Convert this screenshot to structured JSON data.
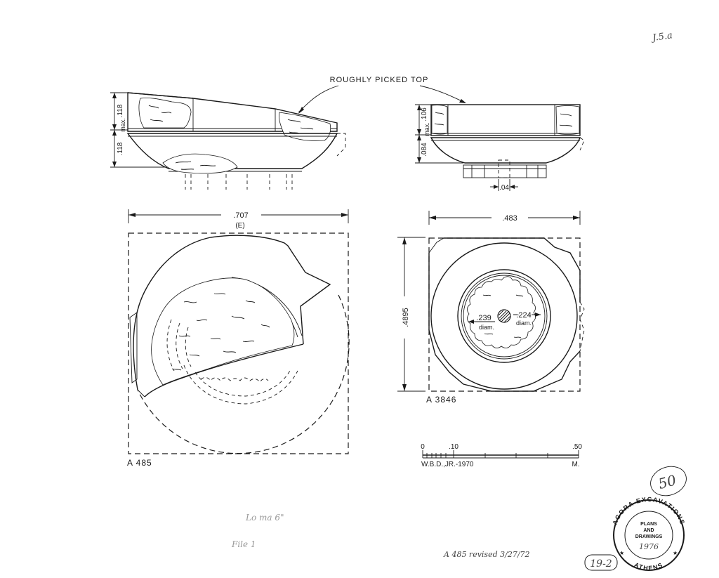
{
  "labels": {
    "roughly_picked_top": "ROUGHLY PICKED TOP",
    "dim_118_max": ".118",
    "max_word_a": "max.",
    "dim_118": ".118",
    "dim_106_max": ".106",
    "max_word_b": "max.",
    "dim_084": ".084",
    "dim_04": ".04",
    "dim_707": ".707",
    "dim_707_note": "(E)",
    "dim_483": ".483",
    "dim_4895": ".4895",
    "dim_239": ".239",
    "diam_a": "diam.",
    "dim_224": ".224",
    "diam_b": "diam.",
    "item_a485": "A 485",
    "item_a3846": "A 3846",
    "scale_0": "0",
    "scale_10": ".10",
    "scale_50": ".50",
    "scale_unit": "M.",
    "signature": "W.B.D.,JR.-1970",
    "corner_note": "J.5.a",
    "circled_note": "50",
    "handnote_1": "A 485 revised 3/27/72",
    "handnote_2": "19-2",
    "faint_note_1": "Lo ma   6\"",
    "faint_note_2": "File 1"
  },
  "stamp": {
    "outer_text": "AGORA EXCAVATIONS",
    "bottom_text": "ATHENS",
    "line1": "PLANS",
    "line2": "AND",
    "line3": "DRAWINGS",
    "year": "1976"
  }
}
